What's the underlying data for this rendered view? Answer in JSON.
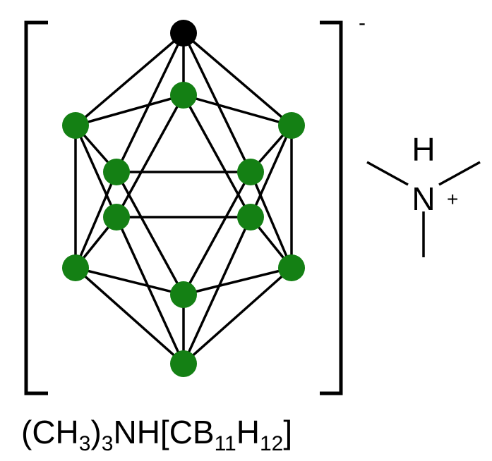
{
  "anion": {
    "charge": "-",
    "carbon_color": "#000000",
    "boron_color": "#148014"
  },
  "cation": {
    "hydrogen_label": "H",
    "nitrogen_label": "N",
    "charge": "+"
  },
  "formula": {
    "part1": "(CH",
    "sub1": "3",
    "part2": ")",
    "sub2": "3",
    "part3": "NH[CB",
    "sub3": "11",
    "part4": "H",
    "sub4": "12",
    "part5": "]"
  }
}
